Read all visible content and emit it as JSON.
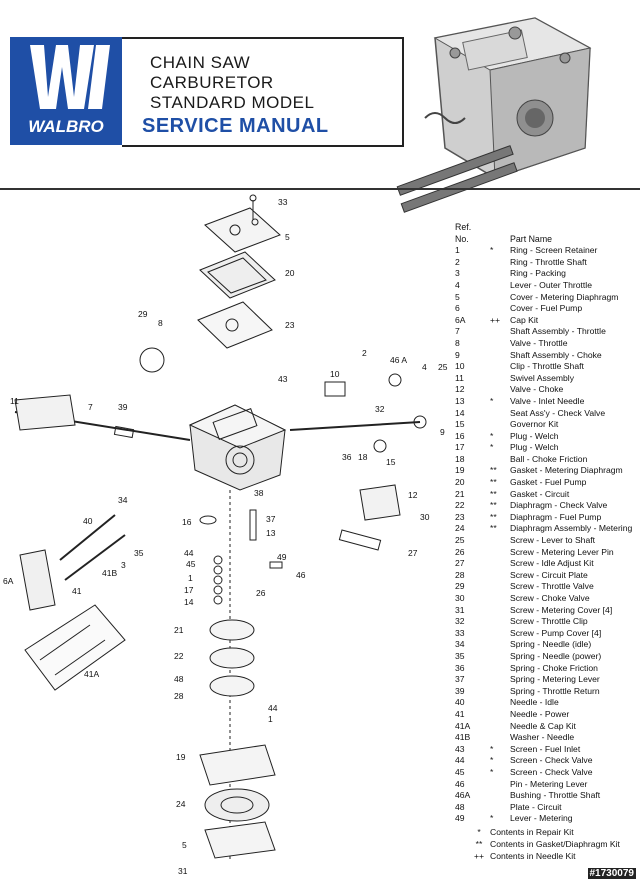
{
  "brand": {
    "logo_text": "WALBRO",
    "accent": "#1f4fa6"
  },
  "title": {
    "line1": "CHAIN SAW",
    "line2": "CARBURETOR",
    "line3": "STANDARD MODEL",
    "main": "SERVICE MANUAL"
  },
  "diagram_labels": [
    "33",
    "5",
    "20",
    "29",
    "8",
    "23",
    "2",
    "46 A",
    "4",
    "25",
    "10",
    "43",
    "32",
    "11",
    "7",
    "39",
    "9",
    "15",
    "36",
    "18",
    "12",
    "34",
    "40",
    "38",
    "16",
    "37",
    "30",
    "13",
    "35",
    "3",
    "6A",
    "41B",
    "44",
    "45",
    "1",
    "17",
    "14",
    "49",
    "26",
    "27",
    "46",
    "41",
    "41A",
    "21",
    "22",
    "48",
    "28",
    "44",
    "1",
    "19",
    "24",
    "5",
    "31"
  ],
  "parts_table": {
    "header_ref": "Ref.",
    "header_no": "No.",
    "header_name": "Part Name",
    "rows": [
      {
        "no": "1",
        "mark": "*",
        "name": "Ring - Screen Retainer"
      },
      {
        "no": "2",
        "mark": "",
        "name": "Ring - Throttle Shaft"
      },
      {
        "no": "3",
        "mark": "",
        "name": "Ring - Packing"
      },
      {
        "no": "4",
        "mark": "",
        "name": "Lever - Outer Throttle"
      },
      {
        "no": "5",
        "mark": "",
        "name": "Cover - Metering Diaphragm"
      },
      {
        "no": "6",
        "mark": "",
        "name": "Cover - Fuel Pump"
      },
      {
        "no": "6A",
        "mark": "++",
        "name": "Cap Kit"
      },
      {
        "no": "7",
        "mark": "",
        "name": "Shaft Assembly - Throttle"
      },
      {
        "no": "8",
        "mark": "",
        "name": "Valve - Throttle"
      },
      {
        "no": "9",
        "mark": "",
        "name": "Shaft Assembly - Choke"
      },
      {
        "no": "10",
        "mark": "",
        "name": "Clip - Throttle Shaft"
      },
      {
        "no": "11",
        "mark": "",
        "name": "Swivel Assembly"
      },
      {
        "no": "12",
        "mark": "",
        "name": "Valve - Choke"
      },
      {
        "no": "13",
        "mark": "*",
        "name": "Valve - Inlet Needle"
      },
      {
        "no": "14",
        "mark": "",
        "name": "Seat Ass'y - Check Valve"
      },
      {
        "no": "15",
        "mark": "",
        "name": "Governor Kit"
      },
      {
        "no": "16",
        "mark": "*",
        "name": "Plug - Welch"
      },
      {
        "no": "17",
        "mark": "*",
        "name": "Plug - Welch"
      },
      {
        "no": "18",
        "mark": "",
        "name": "Ball - Choke Friction"
      },
      {
        "no": "19",
        "mark": "**",
        "name": "Gasket - Metering Diaphragm"
      },
      {
        "no": "20",
        "mark": "**",
        "name": "Gasket - Fuel Pump"
      },
      {
        "no": "21",
        "mark": "**",
        "name": "Gasket - Circuit"
      },
      {
        "no": "22",
        "mark": "**",
        "name": "Diaphragm - Check Valve"
      },
      {
        "no": "23",
        "mark": "**",
        "name": "Diaphragm - Fuel Pump"
      },
      {
        "no": "24",
        "mark": "**",
        "name": "Diaphragm Assembly - Metering"
      },
      {
        "no": "25",
        "mark": "",
        "name": "Screw - Lever to Shaft"
      },
      {
        "no": "26",
        "mark": "",
        "name": "Screw - Metering Lever Pin"
      },
      {
        "no": "27",
        "mark": "",
        "name": "Screw - Idle Adjust Kit"
      },
      {
        "no": "28",
        "mark": "",
        "name": "Screw - Circuit Plate"
      },
      {
        "no": "29",
        "mark": "",
        "name": "Screw - Throttle Valve"
      },
      {
        "no": "30",
        "mark": "",
        "name": "Screw - Choke Valve"
      },
      {
        "no": "31",
        "mark": "",
        "name": "Screw - Metering Cover  [4]"
      },
      {
        "no": "32",
        "mark": "",
        "name": "Screw - Throttle Clip"
      },
      {
        "no": "33",
        "mark": "",
        "name": "Screw - Pump Cover       [4]"
      },
      {
        "no": "34",
        "mark": "",
        "name": "Spring - Needle (idle)"
      },
      {
        "no": "35",
        "mark": "",
        "name": "Spring - Needle (power)"
      },
      {
        "no": "36",
        "mark": "",
        "name": "Spring - Choke Friction"
      },
      {
        "no": "37",
        "mark": "",
        "name": "Spring - Metering Lever"
      },
      {
        "no": "39",
        "mark": "",
        "name": "Spring - Throttle Return"
      },
      {
        "no": "40",
        "mark": "",
        "name": "Needle - Idle"
      },
      {
        "no": "41",
        "mark": "",
        "name": "Needle - Power"
      },
      {
        "no": "41A",
        "mark": "",
        "name": "Needle & Cap Kit"
      },
      {
        "no": "41B",
        "mark": "",
        "name": "Washer - Needle"
      },
      {
        "no": "43",
        "mark": "*",
        "name": "Screen - Fuel Inlet"
      },
      {
        "no": "44",
        "mark": "*",
        "name": "Screen - Check Valve"
      },
      {
        "no": "45",
        "mark": "*",
        "name": "Screen - Check Valve"
      },
      {
        "no": "46",
        "mark": "",
        "name": "Pin - Metering Lever"
      },
      {
        "no": "46A",
        "mark": "",
        "name": "Bushing - Throttle Shaft"
      },
      {
        "no": "48",
        "mark": "",
        "name": "Plate - Circuit"
      },
      {
        "no": "49",
        "mark": "*",
        "name": "Lever - Metering"
      }
    ]
  },
  "legend": [
    {
      "mark": "*",
      "text": "Contents in Repair Kit"
    },
    {
      "mark": "**",
      "text": "Contents in Gasket/Diaphragm Kit"
    },
    {
      "mark": "++",
      "text": "Contents in Needle Kit"
    }
  ],
  "stock_id": "#1730079"
}
